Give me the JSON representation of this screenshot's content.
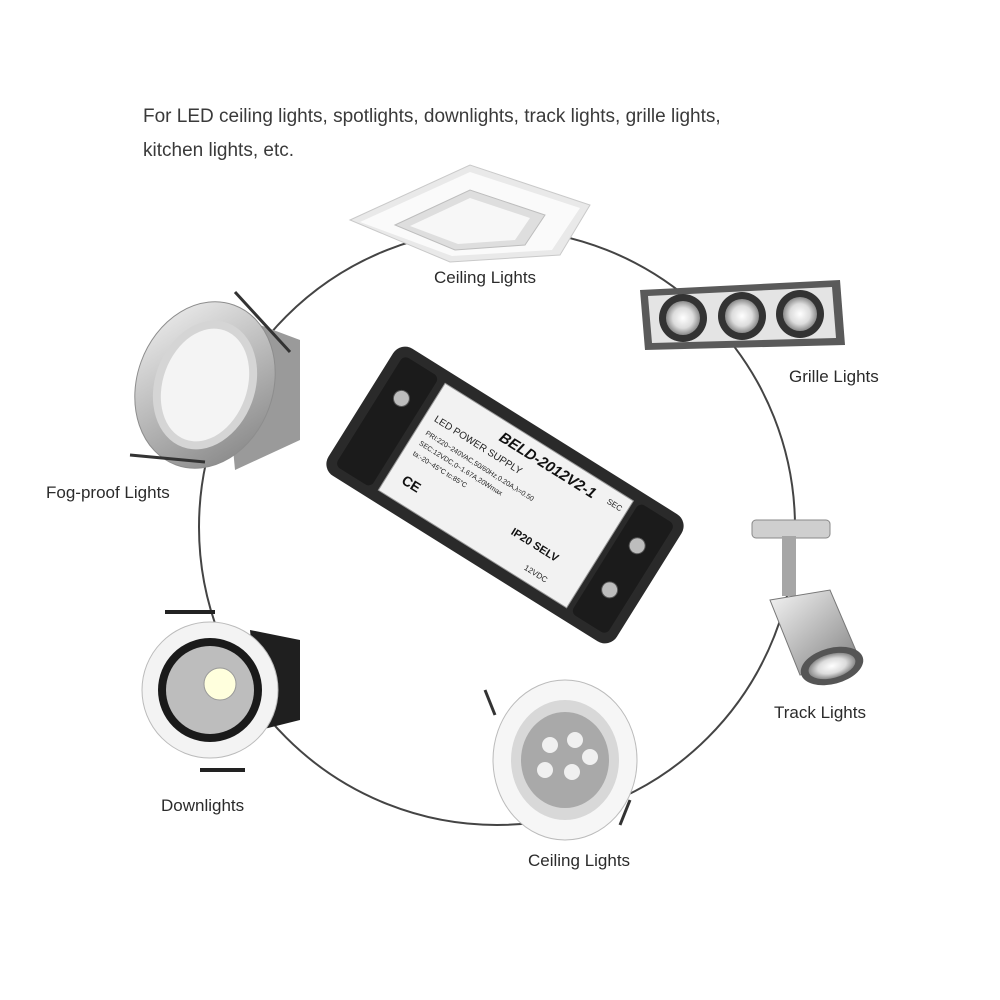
{
  "heading": {
    "line1": "For LED ceiling lights, spotlights, downlights, track lights, grille lights,",
    "line2": "kitchen lights, etc."
  },
  "products": {
    "ceiling_top": "Ceiling Lights",
    "grille": "Grille Lights",
    "fog_proof": "Fog-proof Lights",
    "track": "Track Lights",
    "downlights": "Downlights",
    "ceiling_bottom": "Ceiling Lights"
  },
  "power_supply": {
    "model": "BELD-2012V2-1",
    "type": "LED POWER SUPPLY",
    "pri": "PRI:220~240VAC,50/60Hz,0.20A,λ=0.50",
    "sec": "SEC:12VDC,0~1.67A,20Wmax",
    "temp": "ta:-20~45°C  tc:85°C",
    "rating": "IP20  SELV",
    "output": "12VDC",
    "sec_label": "SEC",
    "ce_mark": "CE"
  },
  "colors": {
    "driver_body": "#2a2a2a",
    "label": "#f2f2f2",
    "ring_line": "#444444",
    "metal": "#c8c8c8"
  }
}
